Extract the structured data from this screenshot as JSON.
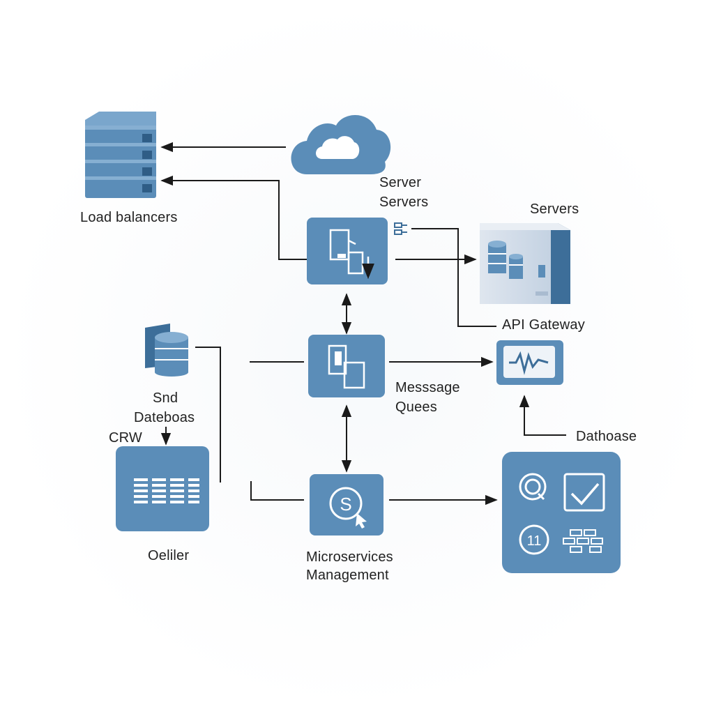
{
  "colors": {
    "node_blue": "#5b8db8",
    "node_dark": "#3d6e99",
    "node_light": "#7aa6cc",
    "line": "#1a1a1a"
  },
  "labels": {
    "load_balancers": "Load balancers",
    "server": "Server",
    "servers_a": "Servers",
    "servers_b": "Servers",
    "api_gateway": "API Gateway",
    "snd": "Snd",
    "dateboas": "Dateboas",
    "crw": "CRW",
    "message": "Messsage",
    "quees": "Quees",
    "dathoase": "Dathoase",
    "oeliler": "Oeliler",
    "microservices": "Microservices",
    "management": "Management"
  },
  "icons": [
    "server-stack-icon",
    "cloud-icon",
    "document-flow-icon",
    "storage-cabinet-icon",
    "database-icon",
    "documents-icon",
    "monitor-waveform-icon",
    "table-grid-icon",
    "service-cursor-icon",
    "search-icon",
    "checkbox-icon",
    "number-icon",
    "network-icon"
  ]
}
